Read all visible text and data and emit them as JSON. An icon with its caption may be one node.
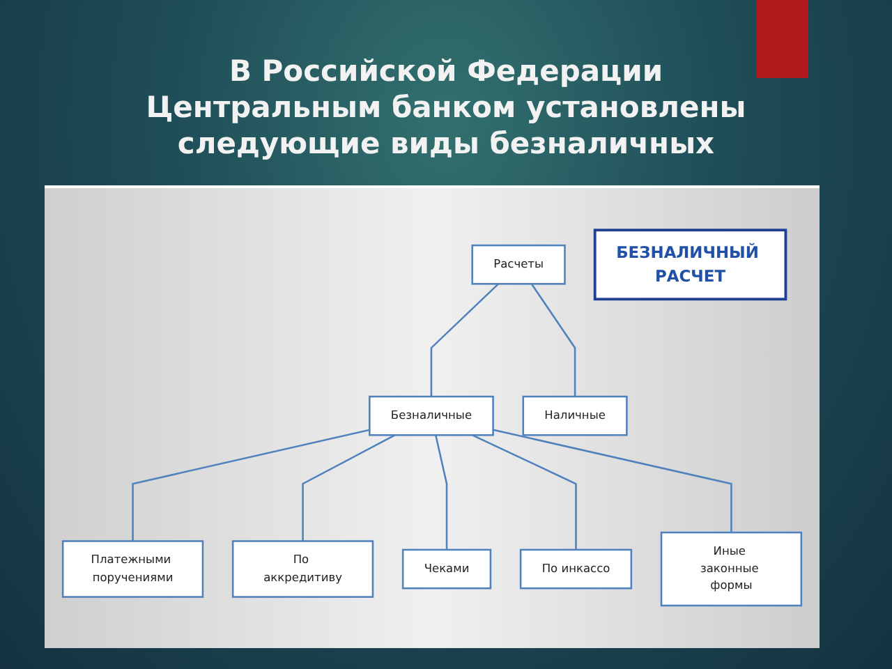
{
  "diagram": {
    "title": "В Российской Федерации Центральным банком установлены следующие виды безналичных",
    "nodes": [
      {
        "text": [
          "Расчеты"
        ]
      },
      {
        "text": [
          "Безналичные"
        ]
      },
      {
        "text": [
          "Наличные"
        ]
      },
      {
        "text": [
          "Платежными поручениями"
        ]
      },
      {
        "text": [
          "По аккредитиву"
        ]
      },
      {
        "text": [
          "Чеками"
        ]
      },
      {
        "text": [
          "По инкассо"
        ]
      },
      {
        "text": [
          "Иные законные формы"
        ]
      },
      {
        "text": [
          "БЕЗНАЛИЧНЫЙ РАСЧЕТ"
        ]
      }
    ],
    "edges": [
      {
        "from": 0,
        "to": 1,
        "arrow": "none"
      },
      {
        "from": 0,
        "to": 2,
        "arrow": "none"
      },
      {
        "from": 1,
        "to": 3,
        "arrow": "none"
      },
      {
        "from": 1,
        "to": 4,
        "arrow": "none"
      },
      {
        "from": 1,
        "to": 5,
        "arrow": "none"
      },
      {
        "from": 1,
        "to": 6,
        "arrow": "none"
      },
      {
        "from": 1,
        "to": 7,
        "arrow": "none"
      }
    ]
  }
}
